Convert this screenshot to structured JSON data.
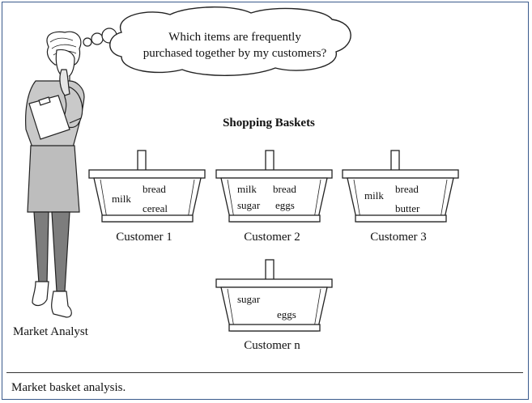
{
  "thought_bubble": {
    "line1": "Which items are frequently",
    "line2": "purchased together by my customers?"
  },
  "section_title": "Shopping Baskets",
  "analyst_label": "Market Analyst",
  "baskets": [
    {
      "customer": "Customer 1",
      "items": [
        "milk",
        "bread",
        "cereal"
      ]
    },
    {
      "customer": "Customer 2",
      "items": [
        "milk",
        "bread",
        "sugar",
        "eggs"
      ]
    },
    {
      "customer": "Customer 3",
      "items": [
        "milk",
        "bread",
        "butter"
      ]
    },
    {
      "customer": "Customer n",
      "items": [
        "sugar",
        "eggs"
      ]
    }
  ],
  "caption": "Market basket analysis."
}
